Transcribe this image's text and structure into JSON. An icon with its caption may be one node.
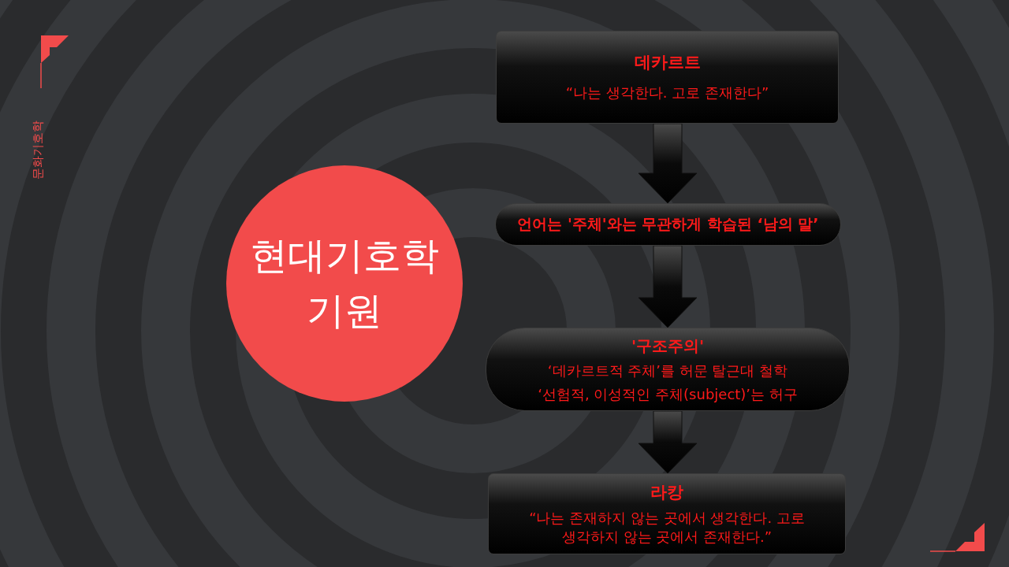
{
  "diagram": {
    "nodes": [
      {
        "text": [
          "현대기호학 기원"
        ]
      },
      {
        "text": [
          "데카르트",
          "“나는 생각한다. 고로 존재한다”"
        ]
      },
      {
        "text": [
          "언어는 '주체'와는 무관하게 학습된 ‘남의 말’"
        ]
      },
      {
        "text": [
          "'구조주의'",
          "‘데카르트적 주체’를 허문 탈근대 철학",
          "‘선험적, 이성적인 주체(subject)’는 허구"
        ]
      },
      {
        "text": [
          "라캉",
          "“나는 존재하지 않는 곳에서 생각한다. 고로 생각하지 않는 곳에서 존재한다.”"
        ]
      }
    ],
    "edges": [
      {
        "from": 1,
        "to": 2,
        "arrow": "to",
        "style": "thick"
      },
      {
        "from": 2,
        "to": 3,
        "arrow": "to",
        "style": "thick"
      },
      {
        "from": 3,
        "to": 4,
        "arrow": "to",
        "style": "thick"
      }
    ],
    "labels": [
      "문화기호학"
    ]
  }
}
